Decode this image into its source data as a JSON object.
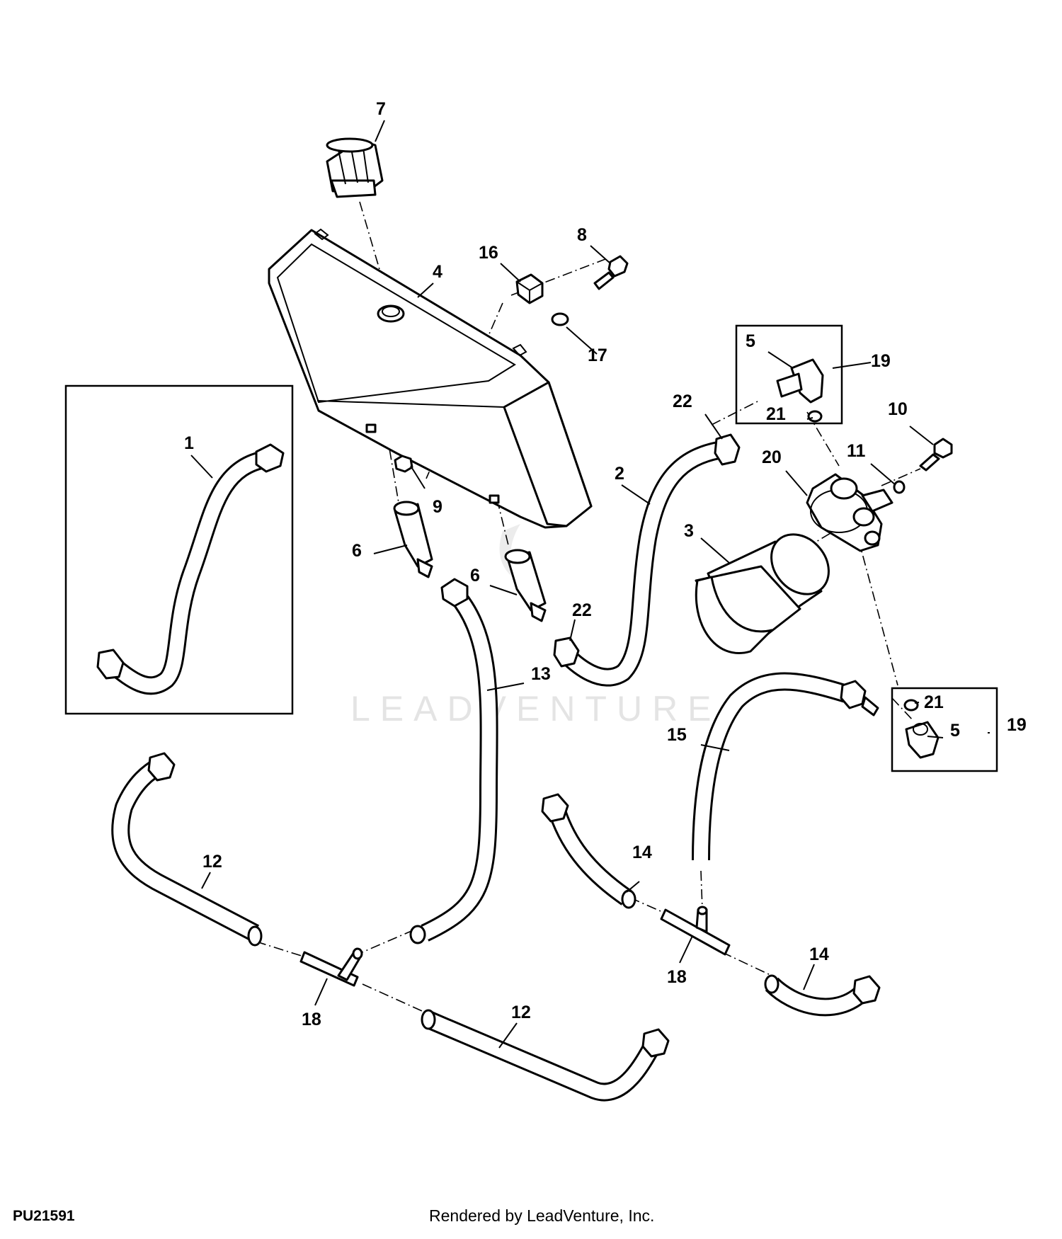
{
  "diagram": {
    "figure_code": "PU21591",
    "credit": "Rendered by LeadVenture, Inc.",
    "watermark": "LEADVENTURE",
    "callouts": [
      {
        "id": "c7",
        "text": "7"
      },
      {
        "id": "c8",
        "text": "8"
      },
      {
        "id": "c16",
        "text": "16"
      },
      {
        "id": "c4",
        "text": "4"
      },
      {
        "id": "c17",
        "text": "17"
      },
      {
        "id": "c5a",
        "text": "5"
      },
      {
        "id": "c19a",
        "text": "19"
      },
      {
        "id": "c22a",
        "text": "22"
      },
      {
        "id": "c21a",
        "text": "21"
      },
      {
        "id": "c10",
        "text": "10"
      },
      {
        "id": "c11",
        "text": "11"
      },
      {
        "id": "c20",
        "text": "20"
      },
      {
        "id": "c1",
        "text": "1"
      },
      {
        "id": "c2",
        "text": "2"
      },
      {
        "id": "c3",
        "text": "3"
      },
      {
        "id": "c9",
        "text": "9"
      },
      {
        "id": "c6a",
        "text": "6"
      },
      {
        "id": "c6b",
        "text": "6"
      },
      {
        "id": "c22b",
        "text": "22"
      },
      {
        "id": "c13",
        "text": "13"
      },
      {
        "id": "c21b",
        "text": "21"
      },
      {
        "id": "c15",
        "text": "15"
      },
      {
        "id": "c5b",
        "text": "5"
      },
      {
        "id": "c19b",
        "text": "19"
      },
      {
        "id": "c12a",
        "text": "12"
      },
      {
        "id": "c14a",
        "text": "14"
      },
      {
        "id": "c14b",
        "text": "14"
      },
      {
        "id": "c18a",
        "text": "18"
      },
      {
        "id": "c18b",
        "text": "18"
      },
      {
        "id": "c12b",
        "text": "12"
      }
    ]
  }
}
